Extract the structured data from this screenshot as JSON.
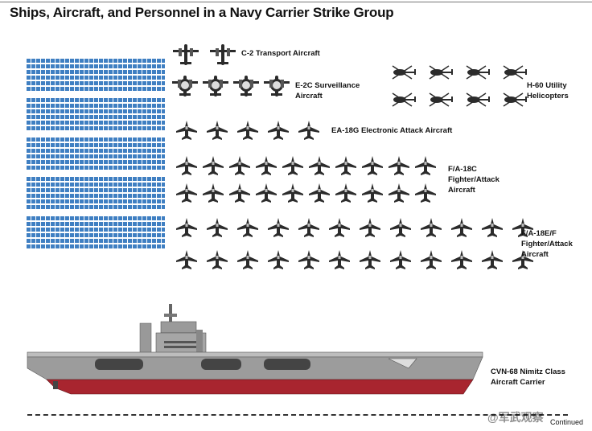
{
  "title": "Ships, Aircraft, and Personnel in a Navy Carrier Strike Group",
  "personnel": {
    "blocks": 5,
    "rows_per_block": 6,
    "color": "#3f7fc2"
  },
  "groups": {
    "c2": {
      "lines": [
        "C-2 Transport Aircraft"
      ],
      "count": 2,
      "icon": "c2-transport-icon"
    },
    "e2c": {
      "lines": [
        "E-2C Surveillance",
        "Aircraft"
      ],
      "count": 4,
      "icon": "e2c-surveillance-icon"
    },
    "h60": {
      "lines": [
        "H-60 Utility",
        "Helicopters"
      ],
      "count": 8,
      "icon": "h60-helicopter-icon"
    },
    "ea18g": {
      "lines": [
        "EA-18G Electronic Attack Aircraft"
      ],
      "count": 5,
      "icon": "ea18g-jet-icon"
    },
    "fa18c": {
      "lines": [
        "F/A-18C",
        "Fighter/Attack",
        "Aircraft"
      ],
      "count": 20,
      "icon": "fa18c-jet-icon"
    },
    "fa18ef": {
      "lines": [
        "F/A-18E/F",
        "Fighter/Attack",
        "Aircraft"
      ],
      "count": 24,
      "icon": "fa18ef-jet-icon"
    },
    "ship": {
      "lines": [
        "CVN-68 Nimitz Class",
        "Aircraft Carrier"
      ],
      "hull_color": "#a8252f",
      "hull_top_color": "#8c8c8c"
    }
  },
  "footer": {
    "continued": "Continued",
    "watermark": "@军武观察"
  }
}
